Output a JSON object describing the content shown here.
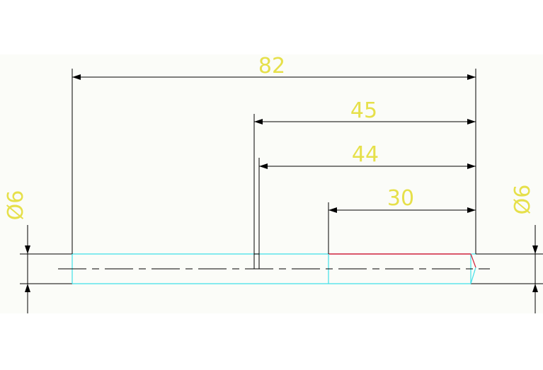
{
  "drawing": {
    "background_color": "#fbfcf8",
    "line_color": "#000000",
    "dimension_text_color": "#e6e04a",
    "body_outline_color": "#3fe0e8",
    "highlight_color": "#d0203a",
    "dimensions": {
      "overall_length": "82",
      "dim_45": "45",
      "dim_44": "44",
      "dim_30": "30",
      "diameter_left": "Ø6",
      "diameter_right": "Ø6"
    }
  }
}
